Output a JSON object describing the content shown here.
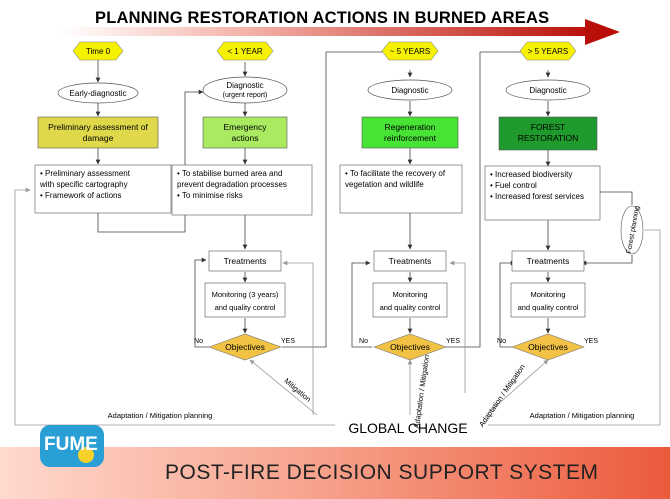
{
  "title": "PLANNING RESTORATION ACTIONS IN BURNED AREAS",
  "stages": [
    {
      "time": "Time 0",
      "diagnostic": "Early-diagnostic",
      "diagnostic_sub": "",
      "action": "Preliminary assessment of damage",
      "action_color": "#dfd84a",
      "action_text_color": "#000000",
      "objectives": [
        "• Preliminary assessment",
        "  with specific cartography",
        "• Framework of actions"
      ]
    },
    {
      "time": "< 1 YEAR",
      "diagnostic": "Diagnostic",
      "diagnostic_sub": "(urgent report)",
      "action": "Emergency actions",
      "action_color": "#a9ea60",
      "action_text_color": "#000000",
      "objectives": [
        "• To stabilise burned area and",
        "  prevent degradation processes",
        "• To minimise risks"
      ]
    },
    {
      "time": "~ 5 YEARS",
      "diagnostic": "Diagnostic",
      "diagnostic_sub": "",
      "action": "Regeneration reinforcement",
      "action_color": "#47e335",
      "action_text_color": "#ffffff",
      "objectives": [
        "• To facilitate the recovery of",
        "  vegetation and wildlife"
      ]
    },
    {
      "time": "> 5 YEARS",
      "diagnostic": "Diagnostic",
      "diagnostic_sub": "",
      "action": "FOREST RESTORATION",
      "action_color": "#1f9a2c",
      "action_text_color": "#ffffff",
      "objectives": [
        "• Increased biodiversity",
        "• Fuel control",
        "• Increased forest services"
      ]
    }
  ],
  "loop": {
    "treatments": "Treatments",
    "monitoring": [
      "Monitoring (3 years)",
      "and quality control",
      "Monitoring",
      "and quality control",
      "Monitoring",
      "and quality control"
    ],
    "objectives": "Objectives",
    "no": "No",
    "yes": "YES"
  },
  "forest_planning": "Forest planning",
  "global_change": "GLOBAL CHANGE",
  "adaptation_left": "Adaptation / Mitigation planning",
  "adaptation_right": "Adaptation / Mitigation planning",
  "mitigation": "Mitigation",
  "adaptation_mid": "Adaptation / Mitigation",
  "adaptation_mid2": "Adaptation / Mitigation",
  "logo": "FUME",
  "footer": "POST-FIRE DECISION SUPPORT SYSTEM",
  "colors": {
    "hexagon": "#f5f100",
    "diamond": "#f2c244",
    "arrow": "#c0140c"
  }
}
